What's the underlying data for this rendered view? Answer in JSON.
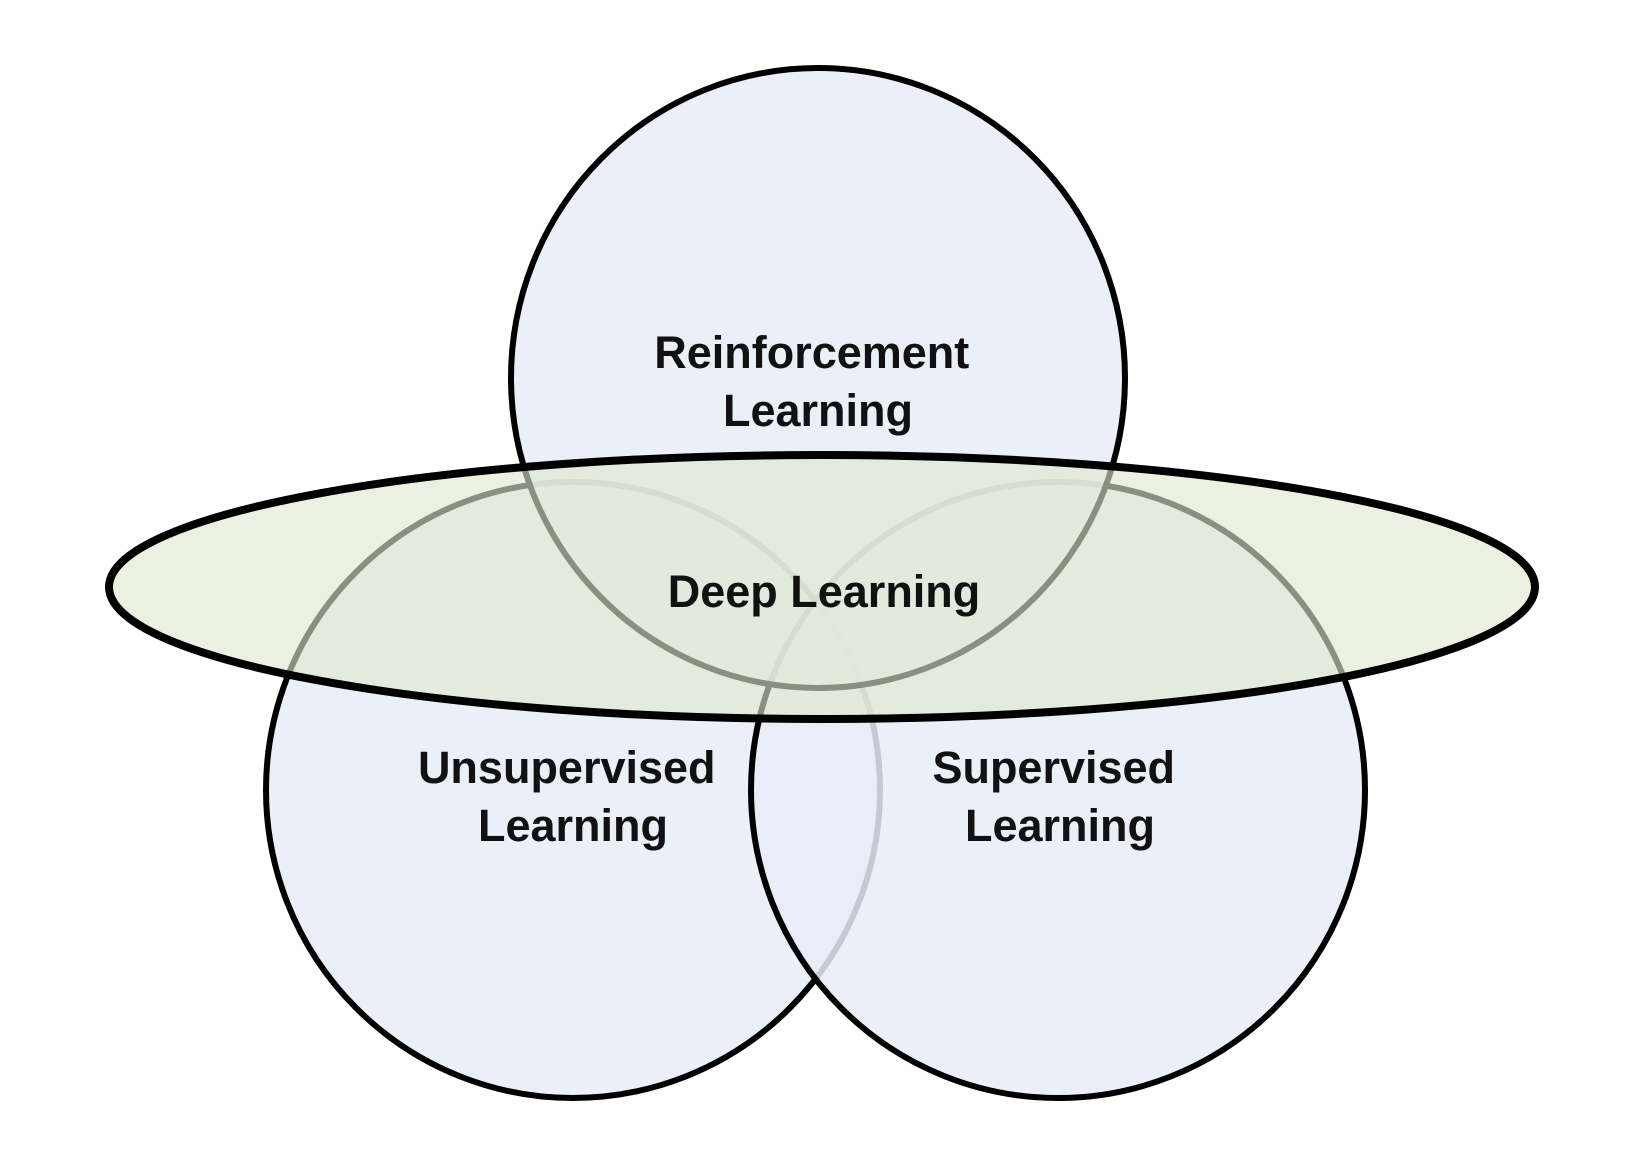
{
  "diagram": {
    "type": "venn",
    "colors": {
      "circle_fill": "#e8ecf7",
      "ellipse_fill": "#dfe9cf",
      "stroke": "#000000"
    },
    "sets": {
      "reinforcement": {
        "line1": "Reinforcement",
        "line2": "Learning"
      },
      "deep": {
        "label": "Deep Learning"
      },
      "unsupervised": {
        "line1": "Unsupervised",
        "line2": "Learning"
      },
      "supervised": {
        "line1": "Supervised",
        "line2": "Learning"
      }
    }
  }
}
